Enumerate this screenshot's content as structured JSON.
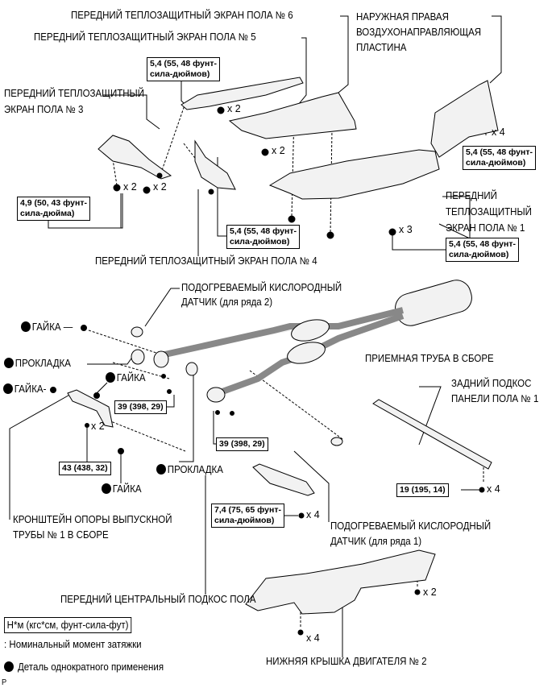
{
  "labels": {
    "shield6": "ПЕРЕДНИЙ ТЕПЛОЗАЩИТНЫЙ ЭКРАН ПОЛА № 6",
    "shield5": "ПЕРЕДНИЙ ТЕПЛОЗАЩИТНЫЙ ЭКРАН ПОЛА № 5",
    "air_plate": [
      "НАРУЖНАЯ ПРАВАЯ",
      "ВОЗДУХОНАПРАВЛЯЮЩАЯ",
      "ПЛАСТИНА"
    ],
    "shield3": [
      "ПЕРЕДНИЙ ТЕПЛОЗАЩИТНЫЙ",
      "ЭКРАН ПОЛА № 3"
    ],
    "shield4": "ПЕРЕДНИЙ ТЕПЛОЗАЩИТНЫЙ ЭКРАН ПОЛА № 4",
    "shield1": [
      "ПЕРЕДНИЙ",
      "ТЕПЛОЗАЩИТНЫЙ",
      "ЭКРАН ПОЛА № 1"
    ],
    "sensor2": [
      "ПОДОГРЕВАЕМЫЙ КИСЛОРОДНЫЙ",
      "ДАТЧИК (для ряда 2)"
    ],
    "nut": "ГАЙКА",
    "nut_dash": "ГАЙКА-",
    "gasket": "ПРОКЛАДКА",
    "front_pipe": "ПРИЕМНАЯ ТРУБА В СБОРЕ",
    "rear_brace": [
      "ЗАДНИЙ ПОДКОС",
      "ПАНЕЛИ ПОЛА № 1"
    ],
    "bracket": [
      "КРОНШТЕЙН ОПОРЫ ВЫПУСКНОЙ",
      "ТРУБЫ № 1 В СБОРЕ"
    ],
    "sensor1": [
      "ПОДОГРЕВАЕМЫЙ КИСЛОРОДНЫЙ",
      "ДАТЧИК (для ряда 1)"
    ],
    "center_brace": "ПЕРЕДНИЙ ЦЕНТРАЛЬНЫЙ ПОДКОС ПОЛА",
    "under_cover": "НИЖНЯЯ КРЫШКА ДВИГАТЕЛЯ № 2"
  },
  "torque": {
    "t54a": [
      "5,4 (55, 48 фунт-",
      "сила-дюймов)"
    ],
    "t49": [
      "4,9 (50, 43 фунт-",
      "сила-дюйма)"
    ],
    "t54b": [
      "5,4 (55, 48 фунт-",
      "сила-дюймов)"
    ],
    "t54c": [
      "5,4 (55, 48 фунт-",
      "сила-дюймов)"
    ],
    "t54d": [
      "5,4 (55, 48 фунт-",
      "сила-дюймов)"
    ],
    "t39a": "39 (398, 29)",
    "t39b": "39 (398, 29)",
    "t43": "43 (438, 32)",
    "t19": "19 (195, 14)",
    "t74": [
      "7,4 (75, 65 фунт-",
      "сила-дюймов)"
    ]
  },
  "qty": {
    "x2": "x 2",
    "x3": "x 3",
    "x4": "x 4"
  },
  "legend": {
    "unit": "Н*м (кгс*см, фунт-сила-фут)",
    "torque_note": ": Номинальный момент затяжки",
    "single_use": "Деталь однократного применения",
    "code": "P"
  }
}
